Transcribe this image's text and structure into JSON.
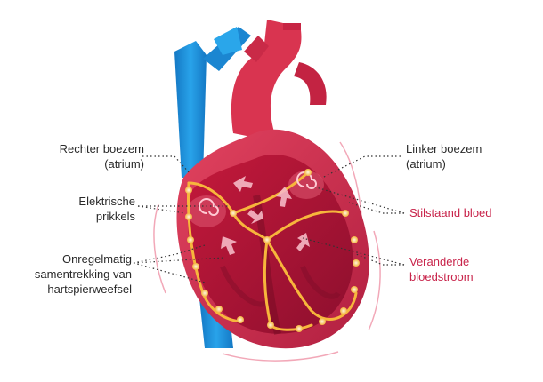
{
  "colors": {
    "heart": "#d42f4f",
    "heart_dark": "#a5183a",
    "heart_light": "#ef8a98",
    "vessel_blue": "#1c8fd8",
    "conduction": "#f7b63c",
    "accent_text": "#c8234a",
    "leader": "#333333"
  },
  "labels": {
    "right_atrium": {
      "line1": "Rechter boezem",
      "line2": "(atrium)"
    },
    "electrical": {
      "line1": "Elektrische",
      "line2": "prikkels"
    },
    "irregular": {
      "line1": "Onregelmatig",
      "line2": "samentrekking van",
      "line3": "hartspierweefsel"
    },
    "left_atrium": {
      "line1": "Linker boezem",
      "line2": "(atrium)"
    },
    "stagnant": {
      "line1": "Stilstaand bloed"
    },
    "altered": {
      "line1": "Veranderde",
      "line2": "bloedstroom"
    }
  },
  "icons": {
    "heart": "heart-anatomy-illustration"
  }
}
